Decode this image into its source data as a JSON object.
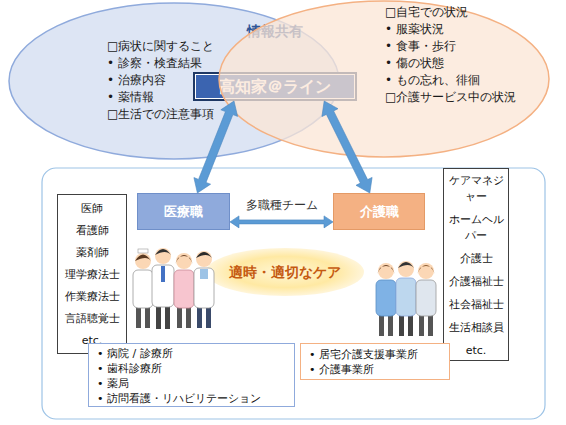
{
  "diagram": {
    "nodes": [
      {
        "text": [
          "□病状に関すること",
          "• 診察・検査結果",
          "• 治療内容",
          "• 薬情報",
          "□生活での注意事項"
        ]
      },
      {
        "text": [
          "情報共有",
          "高知家＠ライン"
        ]
      },
      {
        "text": [
          "□自宅での状況",
          "• 服薬状況",
          "• 食事・歩行",
          "• 傷の状態",
          "• もの忘れ、徘徊",
          "□介護サービス中の状況"
        ]
      },
      {
        "text": [
          "医師",
          "看護師",
          "薬剤師",
          "理学療法士",
          "作業療法士",
          "言語聴覚士",
          "etc."
        ]
      },
      {
        "text": [
          "医療職"
        ]
      },
      {
        "text": [
          "介護職"
        ]
      },
      {
        "text": [
          "ケアマネジャー",
          "ホームヘルパー",
          "介護士",
          "介護福祉士",
          "社会福祉士",
          "生活相談員",
          "etc."
        ]
      },
      {
        "text": [
          "適時・適切なケア"
        ]
      },
      {
        "text": [
          "• 病院 / 診療所",
          "• 歯科診療所",
          "• 薬局",
          "• 訪問看護・リハビリテーション"
        ]
      },
      {
        "text": [
          "• 居宅介護支援事業所",
          "• 介護事業所"
        ]
      }
    ],
    "edges": [
      {
        "from": 4,
        "to": 1,
        "arrow": "both"
      },
      {
        "from": 5,
        "to": 1,
        "arrow": "both"
      },
      {
        "from": 4,
        "to": 5,
        "arrow": "both",
        "label": "多職種チーム"
      }
    ]
  }
}
